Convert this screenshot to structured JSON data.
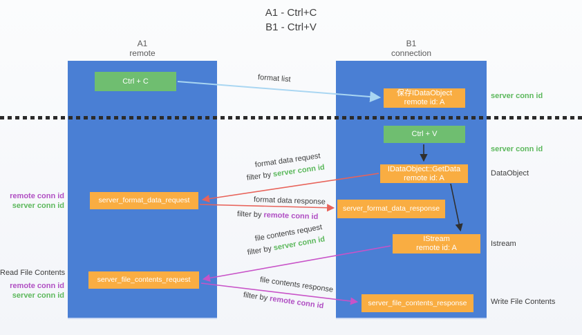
{
  "title": {
    "line1": "A1 - Ctrl+C",
    "line2": "B1 - Ctrl+V"
  },
  "columns": {
    "a1": {
      "name": "A1",
      "subtitle": "remote"
    },
    "b1": {
      "name": "B1",
      "subtitle": "connection"
    }
  },
  "nodes": {
    "ctrl_c": {
      "label": "Ctrl + C"
    },
    "ctrl_v": {
      "label": "Ctrl + V"
    },
    "save_idataobject": {
      "line1": "保存IDataObject",
      "line2": "remote id: A"
    },
    "getdata": {
      "line1": "IDataObject::GetData",
      "line2": "remote id: A"
    },
    "istream": {
      "line1": "IStream",
      "line2": "remote id: A"
    },
    "format_request": {
      "label": "server_format_data_request"
    },
    "format_response": {
      "label": "server_format_data_response"
    },
    "file_request": {
      "label": "server_file_contents_request"
    },
    "file_response": {
      "label": "server_file_contents_response"
    }
  },
  "arrow_labels": {
    "format_list": "format list",
    "format_data_request": "format data request",
    "format_data_request_filter_prefix": "filter by ",
    "format_data_request_filter_value": "server conn id",
    "format_data_response": "format data response",
    "format_data_response_filter_prefix": "filter by ",
    "format_data_response_filter_value": "remote conn id",
    "file_contents_request": "file contents request",
    "file_contents_request_filter_prefix": "filter by ",
    "file_contents_request_filter_value": "server conn id",
    "file_contents_response": "file contents response",
    "file_contents_response_filter_prefix": "filter by ",
    "file_contents_response_filter_value": "remote conn id"
  },
  "left_labels": {
    "remote_conn_id_1": "remote conn id",
    "server_conn_id_1": "server conn id",
    "read_file_contents": "Read File Contents",
    "remote_conn_id_2": "remote conn id",
    "server_conn_id_2": "server conn id"
  },
  "right_labels": {
    "server_conn_id_1": "server conn id",
    "server_conn_id_2": "server conn id",
    "dataobject": "DataObject",
    "istream": "Istream",
    "write_file_contents": "Write File Contents"
  },
  "colors": {
    "column_blue": "#4a7fd4",
    "node_green": "#6fbe70",
    "node_orange": "#f9ad42",
    "arrow_red": "#e8635a",
    "arrow_magenta": "#c853c8",
    "arrow_lightblue": "#a9d6f2",
    "arrow_black": "#2f2f2f",
    "text_green": "#5cb85c",
    "text_purple": "#b04fc3"
  }
}
